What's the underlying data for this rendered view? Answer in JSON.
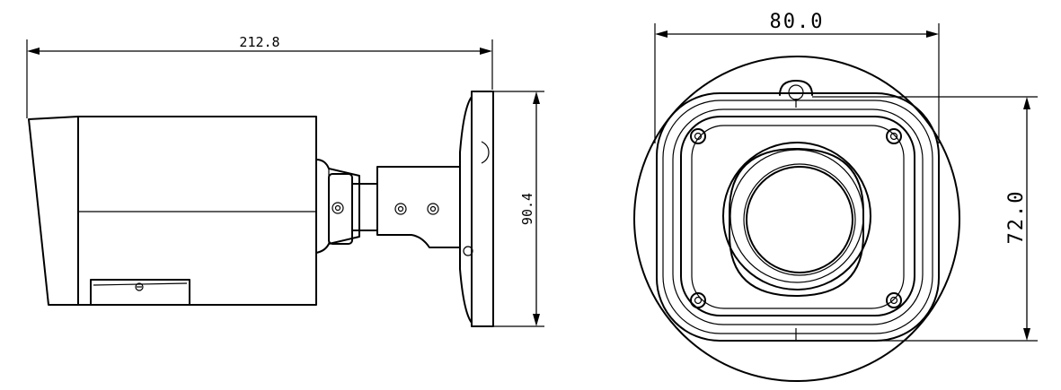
{
  "side_view": {
    "length_dim": "212.8",
    "height_dim": "90.4"
  },
  "front_view": {
    "width_dim": "80.0",
    "height_dim": "72.0"
  }
}
